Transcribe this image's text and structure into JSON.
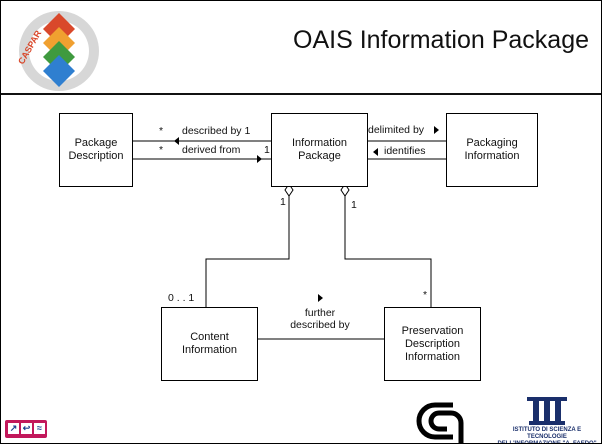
{
  "slide": {
    "title": "OAIS Information Package",
    "logo_text": "CASPAR"
  },
  "diagram": {
    "boxes": {
      "package_description": "Package\nDescription",
      "information_package": "Information\nPackage",
      "packaging_information": "Packaging\nInformation",
      "content_information": "Content\nInformation",
      "preservation_description_information": "Preservation\nDescription\nInformation"
    },
    "labels": {
      "described_by": "described by 1",
      "derived_from": "derived from",
      "derived_from_mult": "1",
      "star_top": "*",
      "star_mid": "*",
      "delimited_by": "delimited by",
      "identifies": "identifies",
      "mult_one_left": "1",
      "mult_one_right": "1",
      "mult_zero_one": "0 . . 1",
      "star_pdi": "*",
      "further_described_by": "further\ndescribed by"
    }
  },
  "footer": {
    "badge_glyphs": [
      "↗",
      "↩",
      "≈"
    ],
    "isti_text": "ISTITUTO DI SCIENZA E TECNOLOGIE\nDELL'INFORMAZIONE \"A. FAEDO\""
  },
  "colors": {
    "caspar_red": "#d9482b",
    "caspar_orange": "#f0a030",
    "caspar_green": "#3f9a3f",
    "caspar_blue": "#2f7fd0",
    "badge": "#c2185b",
    "isti_navy": "#1a2f6b"
  }
}
